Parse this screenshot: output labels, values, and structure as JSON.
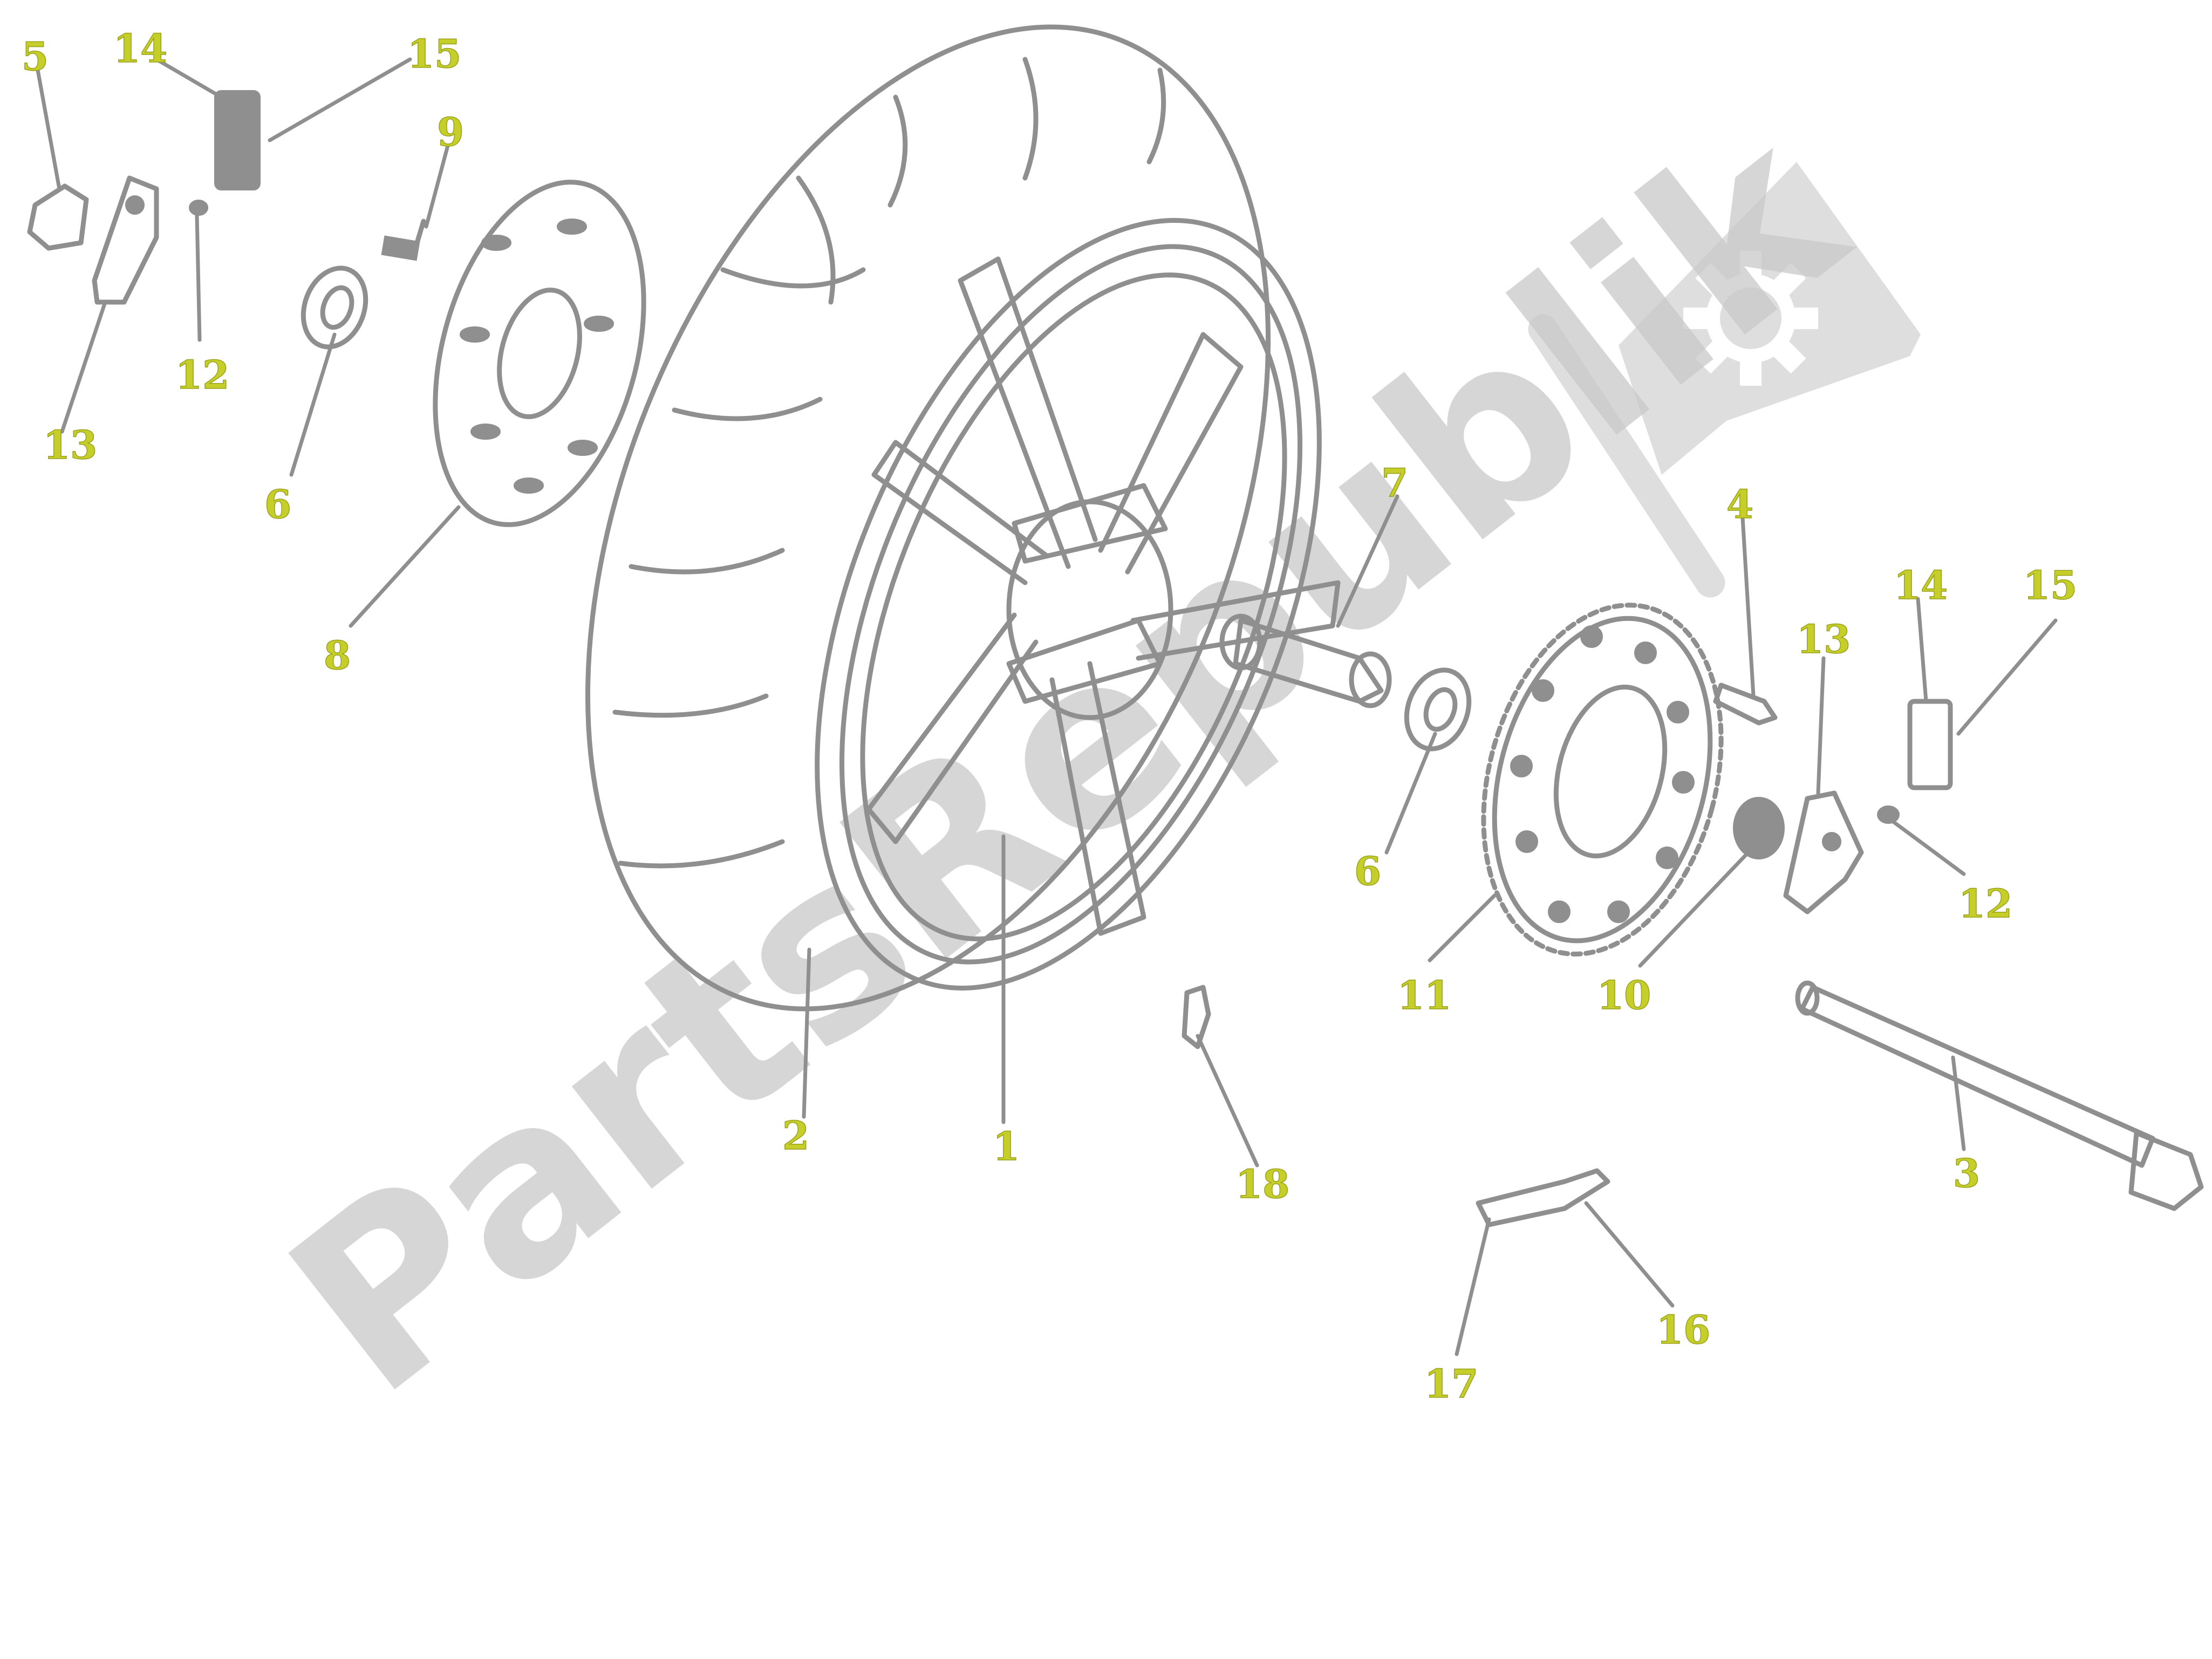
{
  "watermark": {
    "text": "PartsRepublik",
    "icon": "gear-icon"
  },
  "callouts": {
    "c1": "1",
    "c2": "2",
    "c3": "3",
    "c4": "4",
    "c5": "5",
    "c6_left": "6",
    "c6_right": "6",
    "c7": "7",
    "c8": "8",
    "c9": "9",
    "c10": "10",
    "c11": "11",
    "c12_left": "12",
    "c12_right": "12",
    "c13_left": "13",
    "c13_right": "13",
    "c14_left": "14",
    "c14_right": "14",
    "c15_left": "15",
    "c15_right": "15",
    "c16": "16",
    "c17": "17",
    "c18": "18"
  },
  "colors": {
    "line_art": "#8f8f8f",
    "callout_text": "#c6cf2a",
    "watermark": "#c9c9c9"
  }
}
